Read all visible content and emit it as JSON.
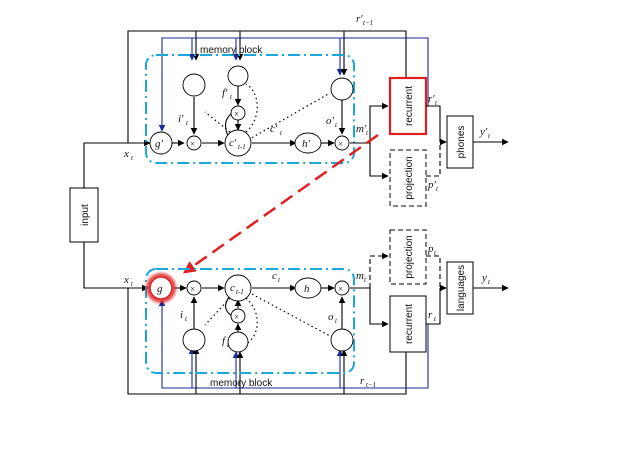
{
  "upper": {
    "block_label": "memory block",
    "x_label": "x",
    "x_sub": "t",
    "g": "g'",
    "i": "i'",
    "i_sub": "t",
    "f": "f'",
    "f_sub": "t",
    "o": "o'",
    "o_sub": "t",
    "c": "c'",
    "c_sub": "t-1",
    "c_out": "c'",
    "c_out_sub": "t",
    "h": "h'",
    "m": "m'",
    "m_sub": "t",
    "r": "r'",
    "r_sub": "t",
    "r_prev": "r'",
    "r_prev_sub": "t−1",
    "p": "p'",
    "p_sub": "t",
    "recurrent": "recurrent",
    "projection": "projection",
    "output": "phones",
    "y": "y'",
    "y_sub": "t"
  },
  "lower": {
    "block_label": "memory block",
    "x_label": "x",
    "x_sub": "t",
    "g": "g",
    "i": "i",
    "i_sub": "t",
    "f": "f",
    "f_sub": "t",
    "o": "o",
    "o_sub": "t",
    "c": "c",
    "c_sub": "t-1",
    "c_out": "c",
    "c_out_sub": "t",
    "h": "h",
    "m": "m",
    "m_sub": "t",
    "r": "r",
    "r_sub": "t",
    "r_prev": "r",
    "r_prev_sub": "t−1",
    "p": "p",
    "p_sub": "t",
    "recurrent": "recurrent",
    "projection": "projection",
    "output": "languages",
    "y": "y",
    "y_sub": "t"
  },
  "input_label": "input",
  "multiply_symbol": "×",
  "colors": {
    "highlight_red": "#e02020",
    "memory_block_cyan": "#1ca6de",
    "recurrent_blue": "#1a2a9a"
  }
}
